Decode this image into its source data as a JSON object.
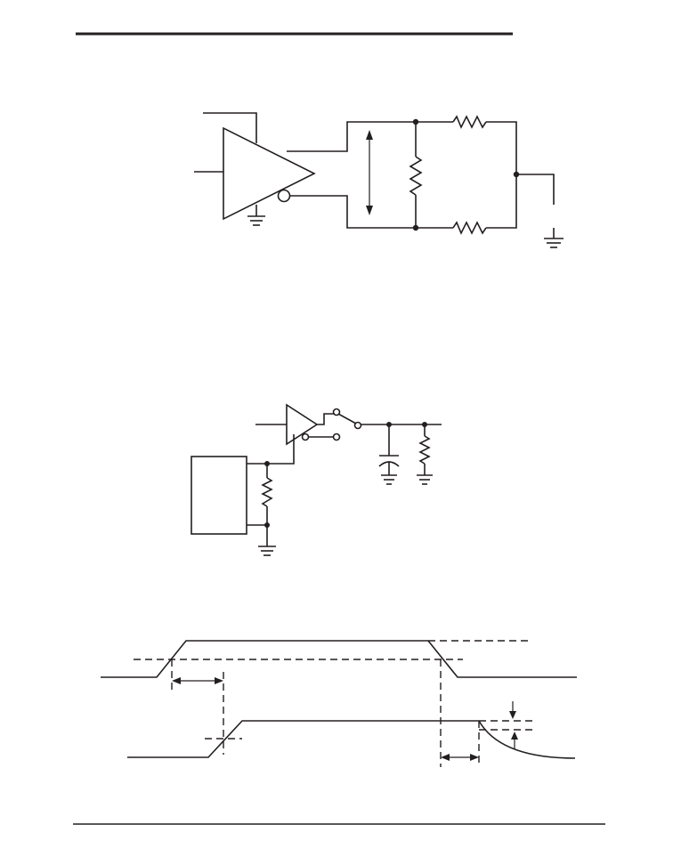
{
  "page": {
    "background": "#ffffff",
    "ink": "#231f20"
  },
  "figures": [
    {
      "kind": "differential-driver-test-circuit",
      "components": [
        "differential-driver",
        "load-resistor",
        "termination-resistor-top",
        "termination-resistor-bottom",
        "ground-symbol"
      ]
    },
    {
      "kind": "driver-enable-test-circuit",
      "components": [
        "buffer",
        "switch",
        "load-capacitor",
        "load-resistor",
        "generator-box",
        "bias-resistor",
        "ground-symbol"
      ]
    },
    {
      "kind": "enable-timing-waveform",
      "components": [
        "input-waveform",
        "output-waveform",
        "reference-levels",
        "delay-markers"
      ]
    }
  ]
}
